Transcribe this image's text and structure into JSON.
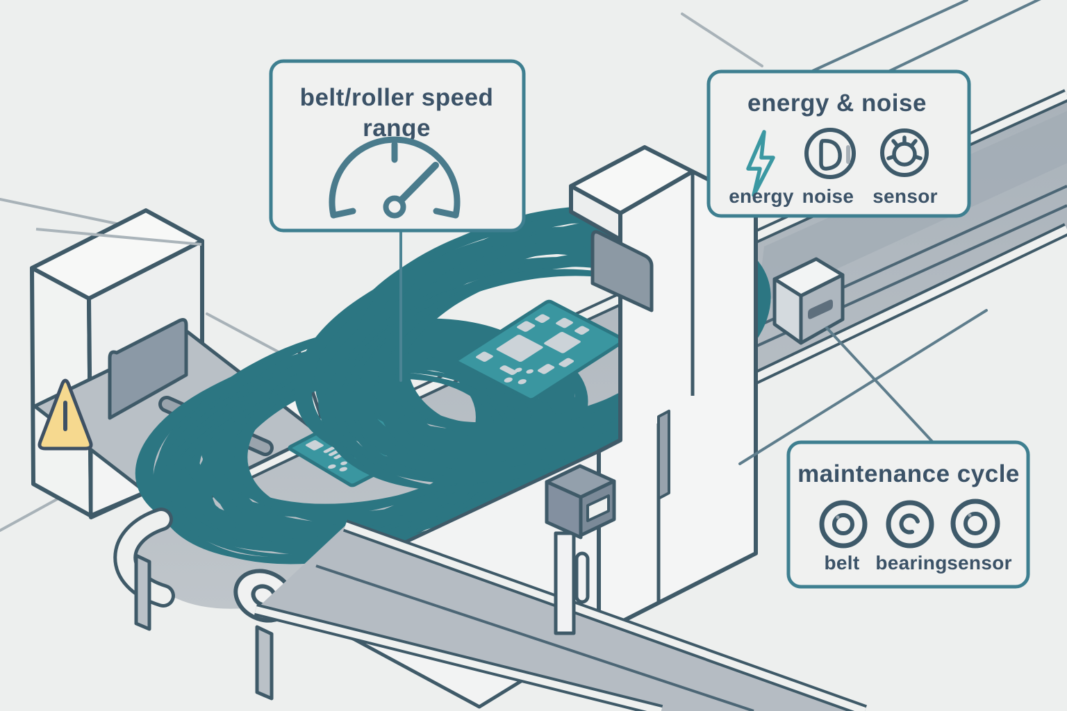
{
  "illustration": {
    "description": "isometric conveyor line with scanner gantries, circuit boards on belt and sensors",
    "warning_icon": "warning-triangle-icon"
  },
  "callouts": {
    "speed": {
      "title_line1": "belt/roller speed",
      "title_line2": "range",
      "icon": "gauge-icon"
    },
    "energy_noise": {
      "title": "energy & noise",
      "items": [
        {
          "icon": "lightning-icon",
          "label": "energy"
        },
        {
          "icon": "noise-icon",
          "label": "noise"
        },
        {
          "icon": "sensor-gear-icon",
          "label": "sensor"
        }
      ]
    },
    "maintenance": {
      "title": "maintenance cycle",
      "items": [
        {
          "icon": "belt-ring-icon",
          "label": "belt"
        },
        {
          "icon": "bearing-ring-icon",
          "label": "bearing"
        },
        {
          "icon": "sensor-ring-icon",
          "label": "sensor"
        }
      ]
    }
  },
  "colors": {
    "background": "#edefee",
    "outline": "#3f5a68",
    "callout_border": "#3e7f90",
    "text": "#3b5267",
    "accent_teal": "#3b98a2",
    "pcb_teal": "#3a96a0",
    "belt_gray": "#b5bcc3",
    "warning_yellow": "#f6d98f"
  }
}
